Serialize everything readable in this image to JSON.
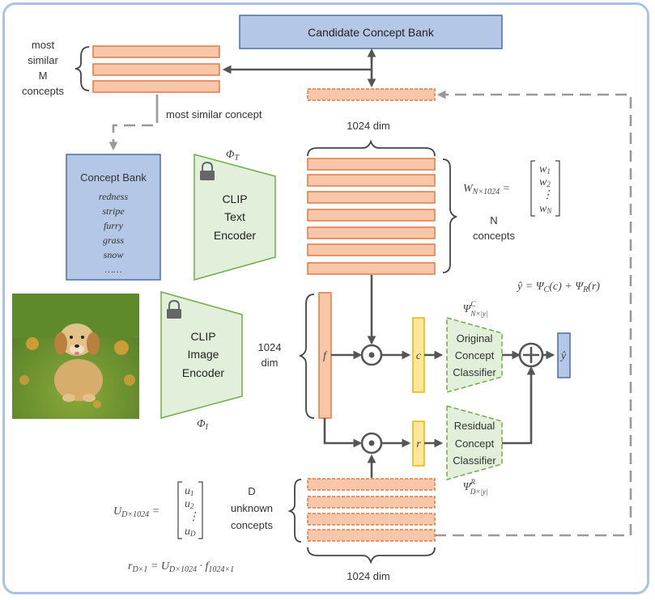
{
  "candidate_bank": "Candidate Concept Bank",
  "most_similar": {
    "l1": "most",
    "l2": "similar",
    "l3": "M",
    "l4": "concepts"
  },
  "most_similar_concept": "most similar concept",
  "dim_top": "1024 dim",
  "dim_bottom": "1024 dim",
  "dim_mid": {
    "l1": "1024",
    "l2": "dim"
  },
  "concept_bank": {
    "title": "Concept Bank",
    "items": [
      "redness",
      "stripe",
      "furry",
      "grass",
      "snow",
      "……"
    ]
  },
  "text_encoder": {
    "l1": "CLIP",
    "l2": "Text",
    "l3": "Encoder",
    "phi": "Φ",
    "sub": "T"
  },
  "image_encoder": {
    "l1": "CLIP",
    "l2": "Image",
    "l3": "Encoder",
    "phi": "Φ",
    "sub": "I"
  },
  "w_matrix": {
    "lhs": "W",
    "lhs_sub": "N×1024",
    "rows": [
      "w",
      "w",
      "⋮",
      "w"
    ],
    "row_subs": [
      "1",
      "2",
      "",
      "N"
    ]
  },
  "n_concepts": {
    "l1": "N",
    "l2": "concepts"
  },
  "y_formula": "ŷ = Ψ_C(c) + Ψ_R(r)",
  "psi_c": {
    "sym": "Ψ",
    "sup": "C",
    "sub": "N×|y|"
  },
  "psi_r": {
    "sym": "Ψ",
    "sup": "R",
    "sub": "D×|y|"
  },
  "original_classifier": {
    "l1": "Original",
    "l2": "Concept",
    "l3": "Classifier"
  },
  "residual_classifier": {
    "l1": "Residual",
    "l2": "Concept",
    "l3": "Classifier"
  },
  "labels": {
    "f": "f",
    "c": "c",
    "r": "r",
    "yhat": "ŷ"
  },
  "u_matrix": {
    "lhs": "U",
    "lhs_sub": "D×1024",
    "rows": [
      "u",
      "u",
      "⋮",
      "u"
    ],
    "row_subs": [
      "1",
      "2",
      "",
      "D"
    ]
  },
  "d_concepts": {
    "l1": "D",
    "l2": "unknown",
    "l3": "concepts"
  },
  "r_formula": {
    "lhs": "r",
    "lhs_sub": "D×1",
    "eq": " = ",
    "u": "U",
    "u_sub": "D×1024",
    "dot": " · ",
    "f": "f",
    "f_sub": "1024×1"
  },
  "colors": {
    "blue": "#b4c7e7",
    "orange": "#f8c7a9",
    "green": "#e2efda",
    "yellow": "#ffe699"
  },
  "icons": [
    "lock-icon",
    "dot-product-icon",
    "plus-circle-icon"
  ]
}
